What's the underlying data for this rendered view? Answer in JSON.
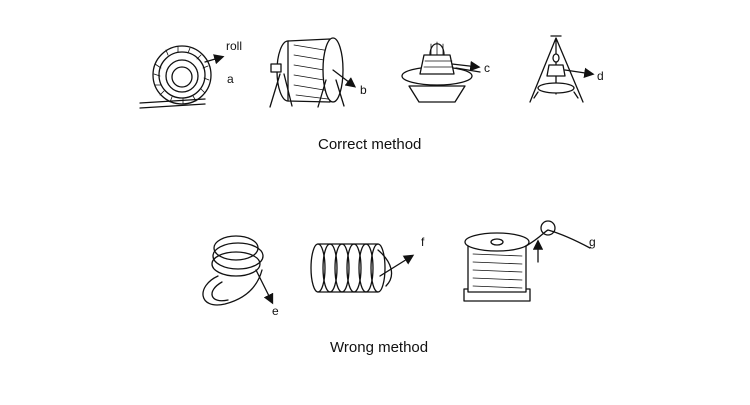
{
  "sections": {
    "correct": {
      "caption": "Correct method"
    },
    "wrong": {
      "caption": "Wrong method"
    }
  },
  "labels": {
    "roll": "roll",
    "a": "a",
    "b": "b",
    "c": "c",
    "d": "d",
    "e": "e",
    "f": "f",
    "g": "g"
  }
}
